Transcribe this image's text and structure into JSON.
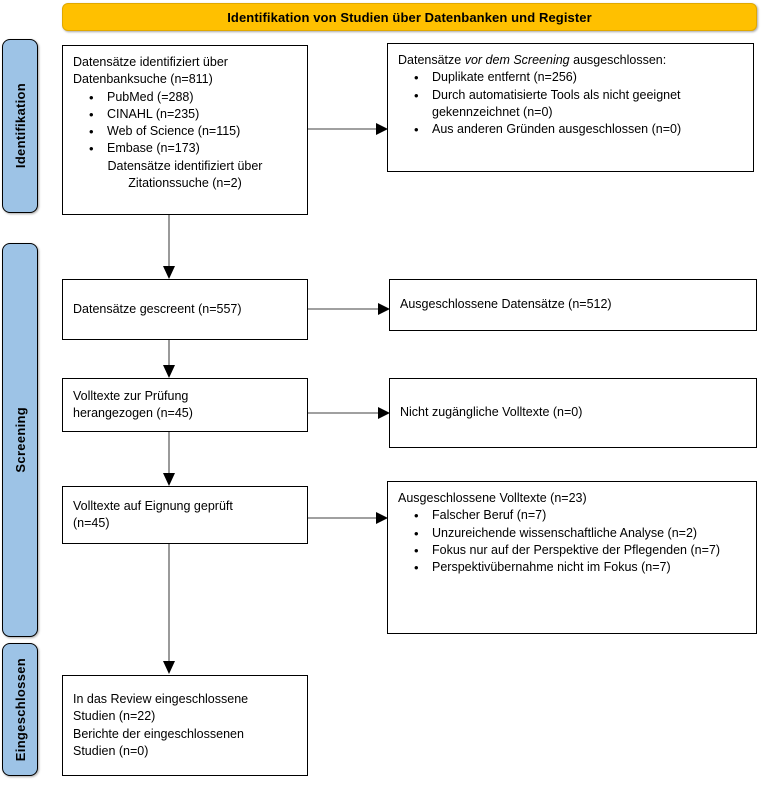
{
  "banner": {
    "title": "Identifikation von Studien über Datenbanken und Register",
    "color": "#FFC000"
  },
  "phases": {
    "color": "#9DC3E6",
    "identifikation": "Identifikation",
    "screening": "Screening",
    "eingeschlossen": "Eingeschlossen"
  },
  "boxes": {
    "identified": {
      "line1": "Datensätze identifiziert über",
      "line2": "Datenbanksuche (n=811)",
      "bullets": [
        "PubMed (=288)",
        "CINAHL (n=235)",
        "Web of Science (n=115)",
        "Embase (n=173)"
      ],
      "line3": "Datensätze identifiziert über",
      "line4": "Zitationssuche (n=2)"
    },
    "before_screening": {
      "lead_before": "Datensätze ",
      "lead_italic": "vor dem Screening",
      "lead_after": " ausgeschlossen:",
      "bullets": [
        "Duplikate entfernt (n=256)",
        "Durch automatisierte Tools als nicht geeignet gekennzeichnet (n=0)",
        "Aus anderen Gründen ausgeschlossen (n=0)"
      ]
    },
    "screened": {
      "text": "Datensätze gescreent (n=557)"
    },
    "excluded_records": {
      "text": "Ausgeschlossene Datensätze (n=512)"
    },
    "fulltext_sought": {
      "line1": "Volltexte zur Prüfung",
      "line2": "herangezogen (n=45)"
    },
    "not_retrieved": {
      "text": "Nicht zugängliche Volltexte (n=0)"
    },
    "fulltext_assessed": {
      "line1": "Volltexte auf Eignung geprüft",
      "line2": "(n=45)"
    },
    "excluded_fulltext": {
      "heading": "Ausgeschlossene Volltexte (n=23)",
      "bullets": [
        "Falscher Beruf (n=7)",
        "Unzureichende wissenschaftliche Analyse (n=2)",
        "Fokus nur auf der Perspektive der Pflegenden (n=7)",
        "Perspektivübernahme nicht im Fokus (n=7)"
      ]
    },
    "included": {
      "line1": "In das Review eingeschlossene",
      "line2": "Studien (n=22)",
      "line3": "Berichte der eingeschlossenen",
      "line4": "Studien (n=0)"
    }
  },
  "connectors": {
    "arrow_color": "#000000",
    "line_color": "#808080"
  }
}
